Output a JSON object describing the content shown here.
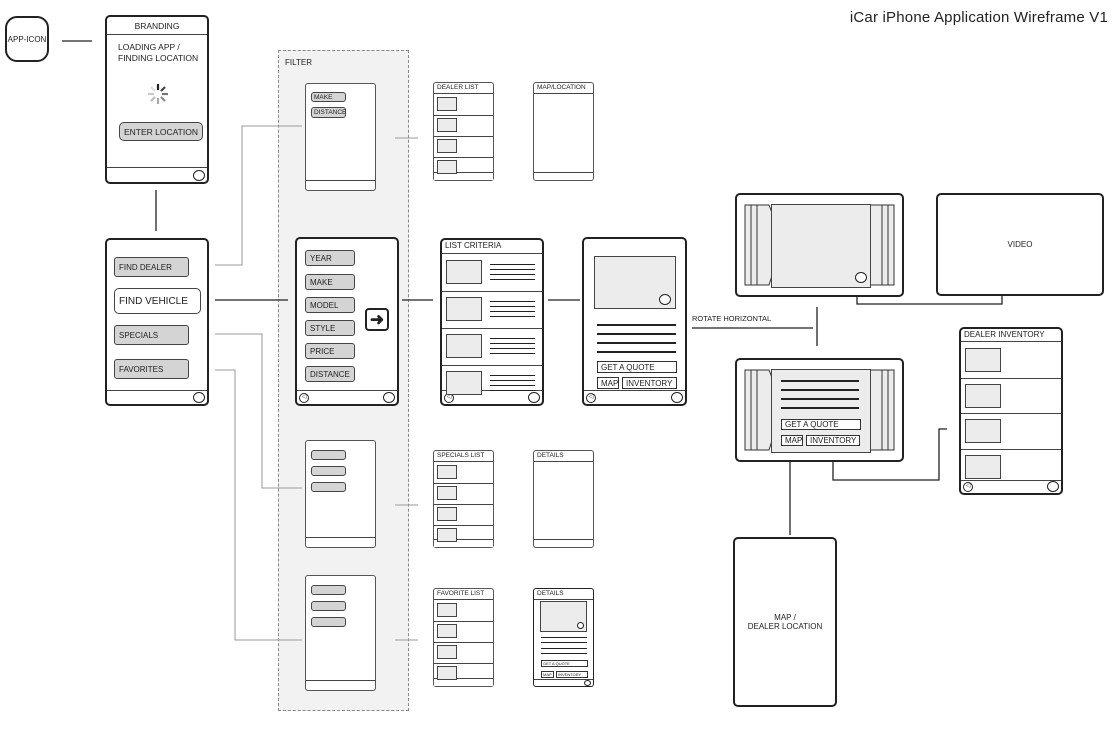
{
  "title": "iCar iPhone Application Wireframe V1",
  "app_icon": "APP-ICON",
  "splash": {
    "header": "BRANDING",
    "loading_line1": "LOADING APP /",
    "loading_line2": "FINDING LOCATION",
    "button": "ENTER LOCATION"
  },
  "main_menu": {
    "items": [
      "FIND DEALER",
      "FIND VEHICLE",
      "SPECIALS",
      "FAVORITES"
    ]
  },
  "filter": {
    "label": "FILTER",
    "dealer_filters": [
      "MAKE",
      "DISTANCE"
    ],
    "vehicle_filters": [
      "YEAR",
      "MAKE",
      "MODEL",
      "STYLE",
      "PRICE",
      "DISTANCE"
    ]
  },
  "screens": {
    "dealer_list": "DEALER LIST",
    "map_location": "MAP/LOCATION",
    "list_criteria": "LIST CRITERIA",
    "specials_list": "SPECIALS LIST",
    "specials_details": "DETAILS",
    "favorite_list": "FAVORITE LIST",
    "favorite_details": "DETAILS",
    "dealer_inventory": "DEALER INVENTORY",
    "video": "VIDEO",
    "map_dealer_line1": "MAP /",
    "map_dealer_line2": "DEALER LOCATION"
  },
  "details": {
    "quote": "GET A QUOTE",
    "map": "MAP",
    "inventory": "INVENTORY"
  },
  "rotate_label": "ROTATE HORIZONTAL",
  "colors": {
    "stroke": "#222222",
    "fill_gray": "#d4d4d4",
    "filter_bg": "#f1f2f1"
  }
}
